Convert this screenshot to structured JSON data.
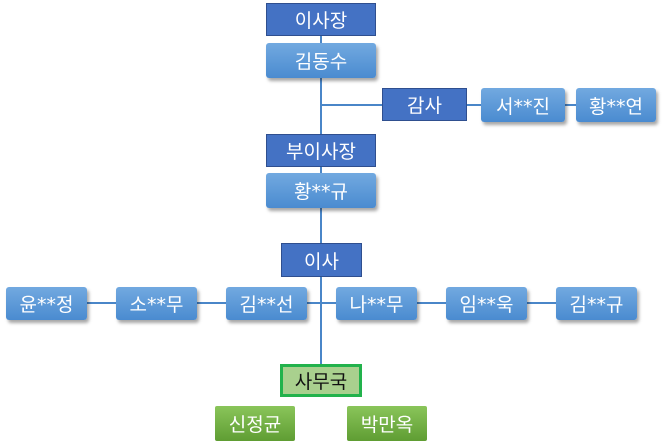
{
  "org_chart": {
    "chairman": {
      "title": "이사장",
      "name": "김동수"
    },
    "auditor": {
      "title": "감사",
      "members": [
        "서**진",
        "황**연"
      ]
    },
    "vice_chairman": {
      "title": "부이사장",
      "name": "황**규"
    },
    "directors": {
      "title": "이사",
      "left": [
        "윤**정",
        "소**무",
        "김**선"
      ],
      "right": [
        "나**무",
        "임**욱",
        "김**규"
      ]
    },
    "secretariat": {
      "title": "사무국",
      "members": [
        "신정균",
        "박만옥"
      ]
    }
  }
}
